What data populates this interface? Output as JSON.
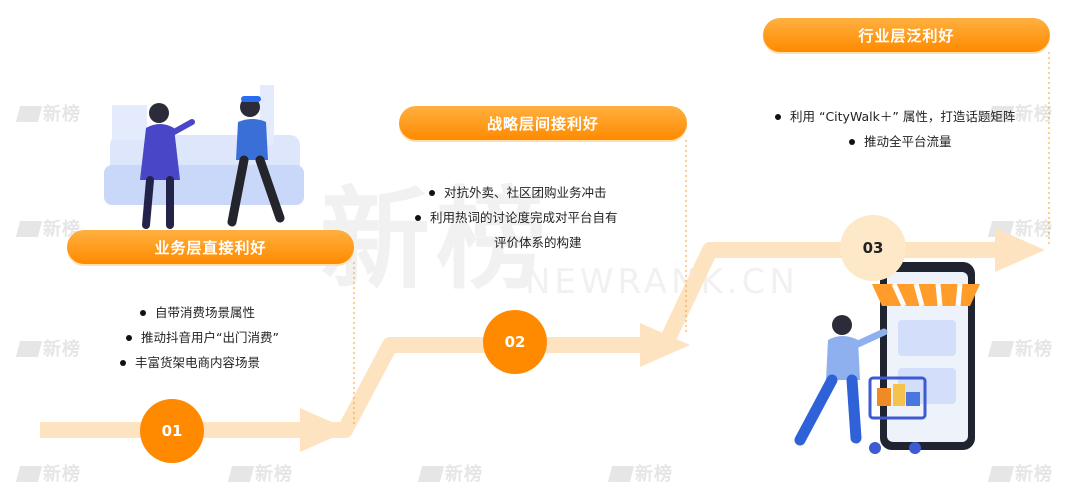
{
  "watermark": {
    "brand_cn": "新榜",
    "brand_en": "NEWRANK.CN"
  },
  "stages": [
    {
      "number": "01",
      "title": "业务层直接利好",
      "bullets": [
        "自带消费场景属性",
        "推动抖音用户“出门消费”",
        "丰富货架电商内容场景"
      ]
    },
    {
      "number": "02",
      "title": "战略层间接利好",
      "bullets": [
        "对抗外卖、社区团购业务冲击",
        "利用热词的讨论度完成对平台自有",
        "评价体系的构建"
      ]
    },
    {
      "number": "03",
      "title": "行业层泛利好",
      "bullets": [
        "利用 “CityWalk＋” 属性，打造话题矩阵",
        "推动全平台流量"
      ]
    }
  ],
  "colors": {
    "accent": "#ff8a00",
    "accent_light": "#ffb040",
    "arrow": "#fde3c0",
    "illustration_blue": "#3b6fd8"
  },
  "icons": [
    "two-people-sofa-illustration",
    "shopping-cart-phone-illustration"
  ]
}
